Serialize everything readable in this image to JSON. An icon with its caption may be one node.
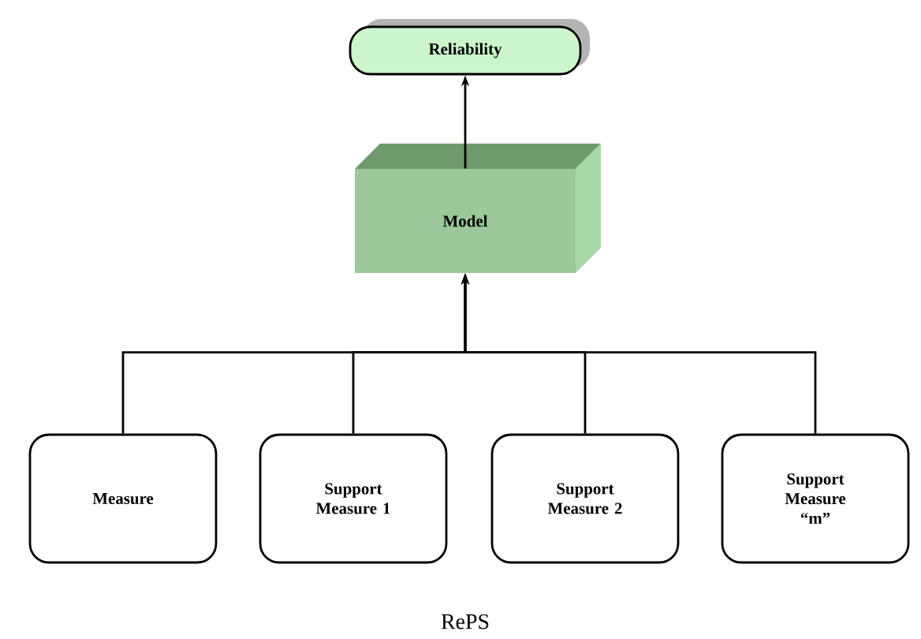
{
  "diagram": {
    "caption": "RePS",
    "nodes": [
      {
        "text": [
          "Reliability"
        ]
      },
      {
        "text": [
          "Model"
        ]
      },
      {
        "text": [
          "Measure"
        ]
      },
      {
        "text": [
          "Support Measure 1"
        ]
      },
      {
        "text": [
          "Support Measure 2"
        ]
      },
      {
        "text": [
          "Support Measure “m”"
        ]
      }
    ],
    "edges": [
      {
        "from": 1,
        "to": 0,
        "arrow": "to"
      },
      {
        "from": 2,
        "to": 1,
        "arrow": "to"
      },
      {
        "from": 3,
        "to": 1,
        "arrow": "to"
      },
      {
        "from": 4,
        "to": 1,
        "arrow": "to"
      },
      {
        "from": 5,
        "to": 1,
        "arrow": "to"
      }
    ]
  }
}
